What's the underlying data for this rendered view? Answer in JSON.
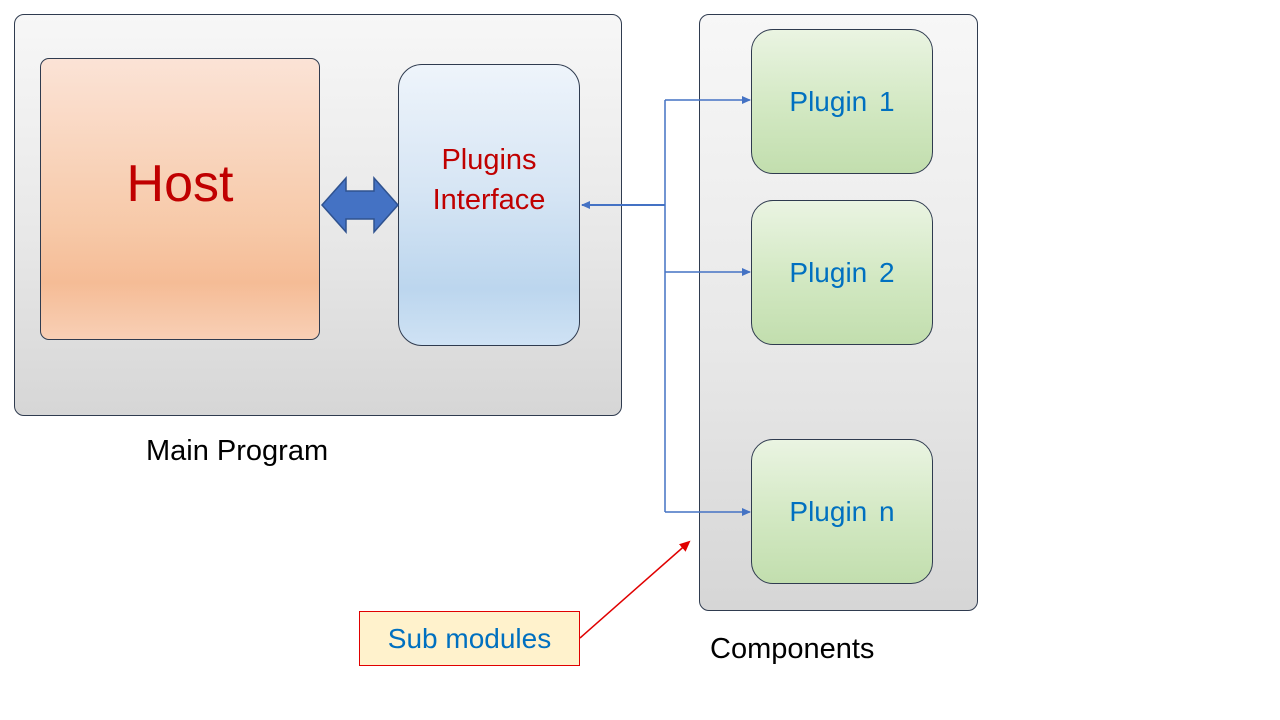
{
  "main_program": {
    "caption": "Main Program",
    "host_label": "Host",
    "interface_label_line1": "Plugins",
    "interface_label_line2": "Interface"
  },
  "components": {
    "caption": "Components",
    "plugins": [
      {
        "label": "Plugin 1"
      },
      {
        "label": "Plugin 2"
      },
      {
        "label": "Plugin n"
      }
    ]
  },
  "callout": {
    "label": "Sub modules"
  },
  "colors": {
    "host_text": "#c00000",
    "interface_text": "#c00000",
    "plugin_text": "#0070c0",
    "connector": "#4472c4",
    "double_arrow_fill": "#4472c4",
    "callout_border": "#e00000",
    "callout_arrow": "#e00000",
    "callout_fill": "#fff2cc",
    "host_fill": "#f7c9a8",
    "interface_fill": "#d6e5f4",
    "plugin_fill": "#d2e8c2",
    "panel_fill": "#e8e8e8"
  }
}
